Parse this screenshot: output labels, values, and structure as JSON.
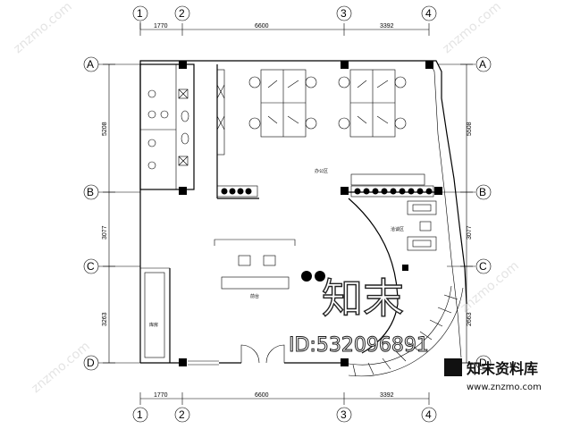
{
  "axes": {
    "top": [
      "1",
      "2",
      "3",
      "4"
    ],
    "bottom": [
      "1",
      "2",
      "3",
      "4"
    ],
    "left": [
      "A",
      "B",
      "C",
      "D"
    ],
    "right": [
      "A",
      "B",
      "C",
      "D"
    ]
  },
  "dimensions": {
    "top": [
      "1770",
      "6600",
      "3392"
    ],
    "bottom": [
      "1770",
      "6600",
      "3392"
    ],
    "left": [
      "5208",
      "3077",
      "3263"
    ],
    "right": [
      "5508",
      "3077",
      "2663"
    ]
  },
  "room_labels": {
    "office": "办公区",
    "lounge": "洽谈区",
    "counter": "前台",
    "storage": "库房"
  },
  "watermark": {
    "big": "知末",
    "id": "ID:532096891",
    "logo": "知末资料库",
    "url": "www.znzmo.com",
    "diagonal": "znzmo.com"
  }
}
